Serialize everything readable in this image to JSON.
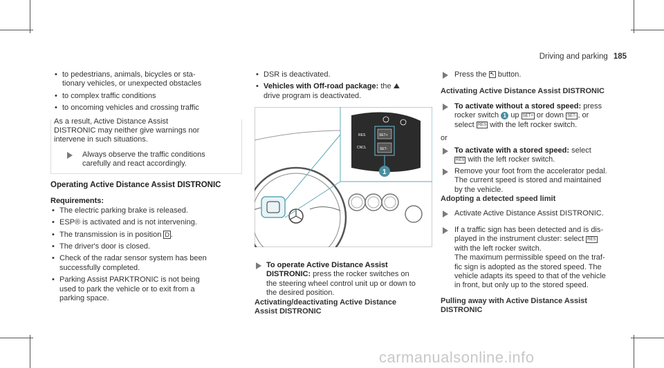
{
  "header": {
    "section": "Driving and parking",
    "page": "185"
  },
  "col1": {
    "bullets_top": [
      "to pedestrians, animals, bicycles or sta-",
      "tionary vehicles, or unexpected obstacles",
      "to complex traffic conditions",
      "to oncoming vehicles and crossing traffic"
    ],
    "note1": "As a result, Active Distance Assist",
    "note2": "DISTRONIC may neither give warnings nor",
    "note3": "intervene in such situations.",
    "tip1": "Always observe the traffic conditions",
    "tip2": "carefully and react accordingly.",
    "heading": "Operating Active Distance Assist DISTRONIC",
    "req_label": "Requirements:",
    "reqs": [
      "The electric parking brake is released.",
      "ESP® is activated and is not intervening.",
      "The transmission is in position",
      "The driver's door is closed.",
      "Check of the radar sensor system has been",
      "successfully completed.",
      "Parking Assist PARKTRONIC is not being",
      "used to park the vehicle or to exit from a",
      "parking space."
    ],
    "gear_symbol": "D"
  },
  "col2": {
    "b1": "DSR is deactivated.",
    "b2_bold": "Vehicles with Off-road package:",
    "b2_rest": " the",
    "b2_line2": "drive program is deactivated.",
    "illus_callout": "1",
    "step_bold1": "To operate Active Distance Assist",
    "step_bold2": "DISTRONIC:",
    "step_rest": " press the rocker switches on",
    "step_l2": "the steering wheel control unit up or down to",
    "step_l3": "the desired position.",
    "heading1": "Activating/deactivating Active Distance",
    "heading2": "Assist DISTRONIC"
  },
  "col3": {
    "press_a": "Press the",
    "press_b": "button.",
    "h1": "Activating Active Distance Assist DISTRONIC",
    "s1_bold": "To activate without a stored speed:",
    "s1_rest": " press",
    "s1_l2a": "rocker switch",
    "s1_l2b": "up",
    "s1_l2c": "or down",
    "s1_l2d": ", or",
    "s1_l3a": "select",
    "s1_l3b": "with the left rocker switch.",
    "or": "or",
    "s2_bold": "To activate with a stored speed:",
    "s2_rest": " select",
    "s2_l2": "with the left rocker switch.",
    "s3_l1": "Remove your foot from the accelerator pedal.",
    "s3_l2": "The current speed is stored and maintained",
    "s3_l3": "by the vehicle.",
    "h2": "Adopting a detected speed limit",
    "s4": "Activate Active Distance Assist DISTRONIC.",
    "s5_l1": "If a traffic sign has been detected and is dis-",
    "s5_l2": "played in the instrument cluster: select",
    "s5_l3": "with the left rocker switch.",
    "s5_l4": "The maximum permissible speed on the traf-",
    "s5_l5": "fic sign is adopted as the stored speed. The",
    "s5_l6": "vehicle adapts its speed to that of the vehicle",
    "s5_l7": "in front, but only up to the stored speed.",
    "h3a": "Pulling away with Active Distance Assist",
    "h3b": "DISTRONIC",
    "callout": "1",
    "key_set_up": "SET+",
    "key_set_down": "SET-",
    "key_res": "RES"
  },
  "watermark": "carmanualsonline.info"
}
